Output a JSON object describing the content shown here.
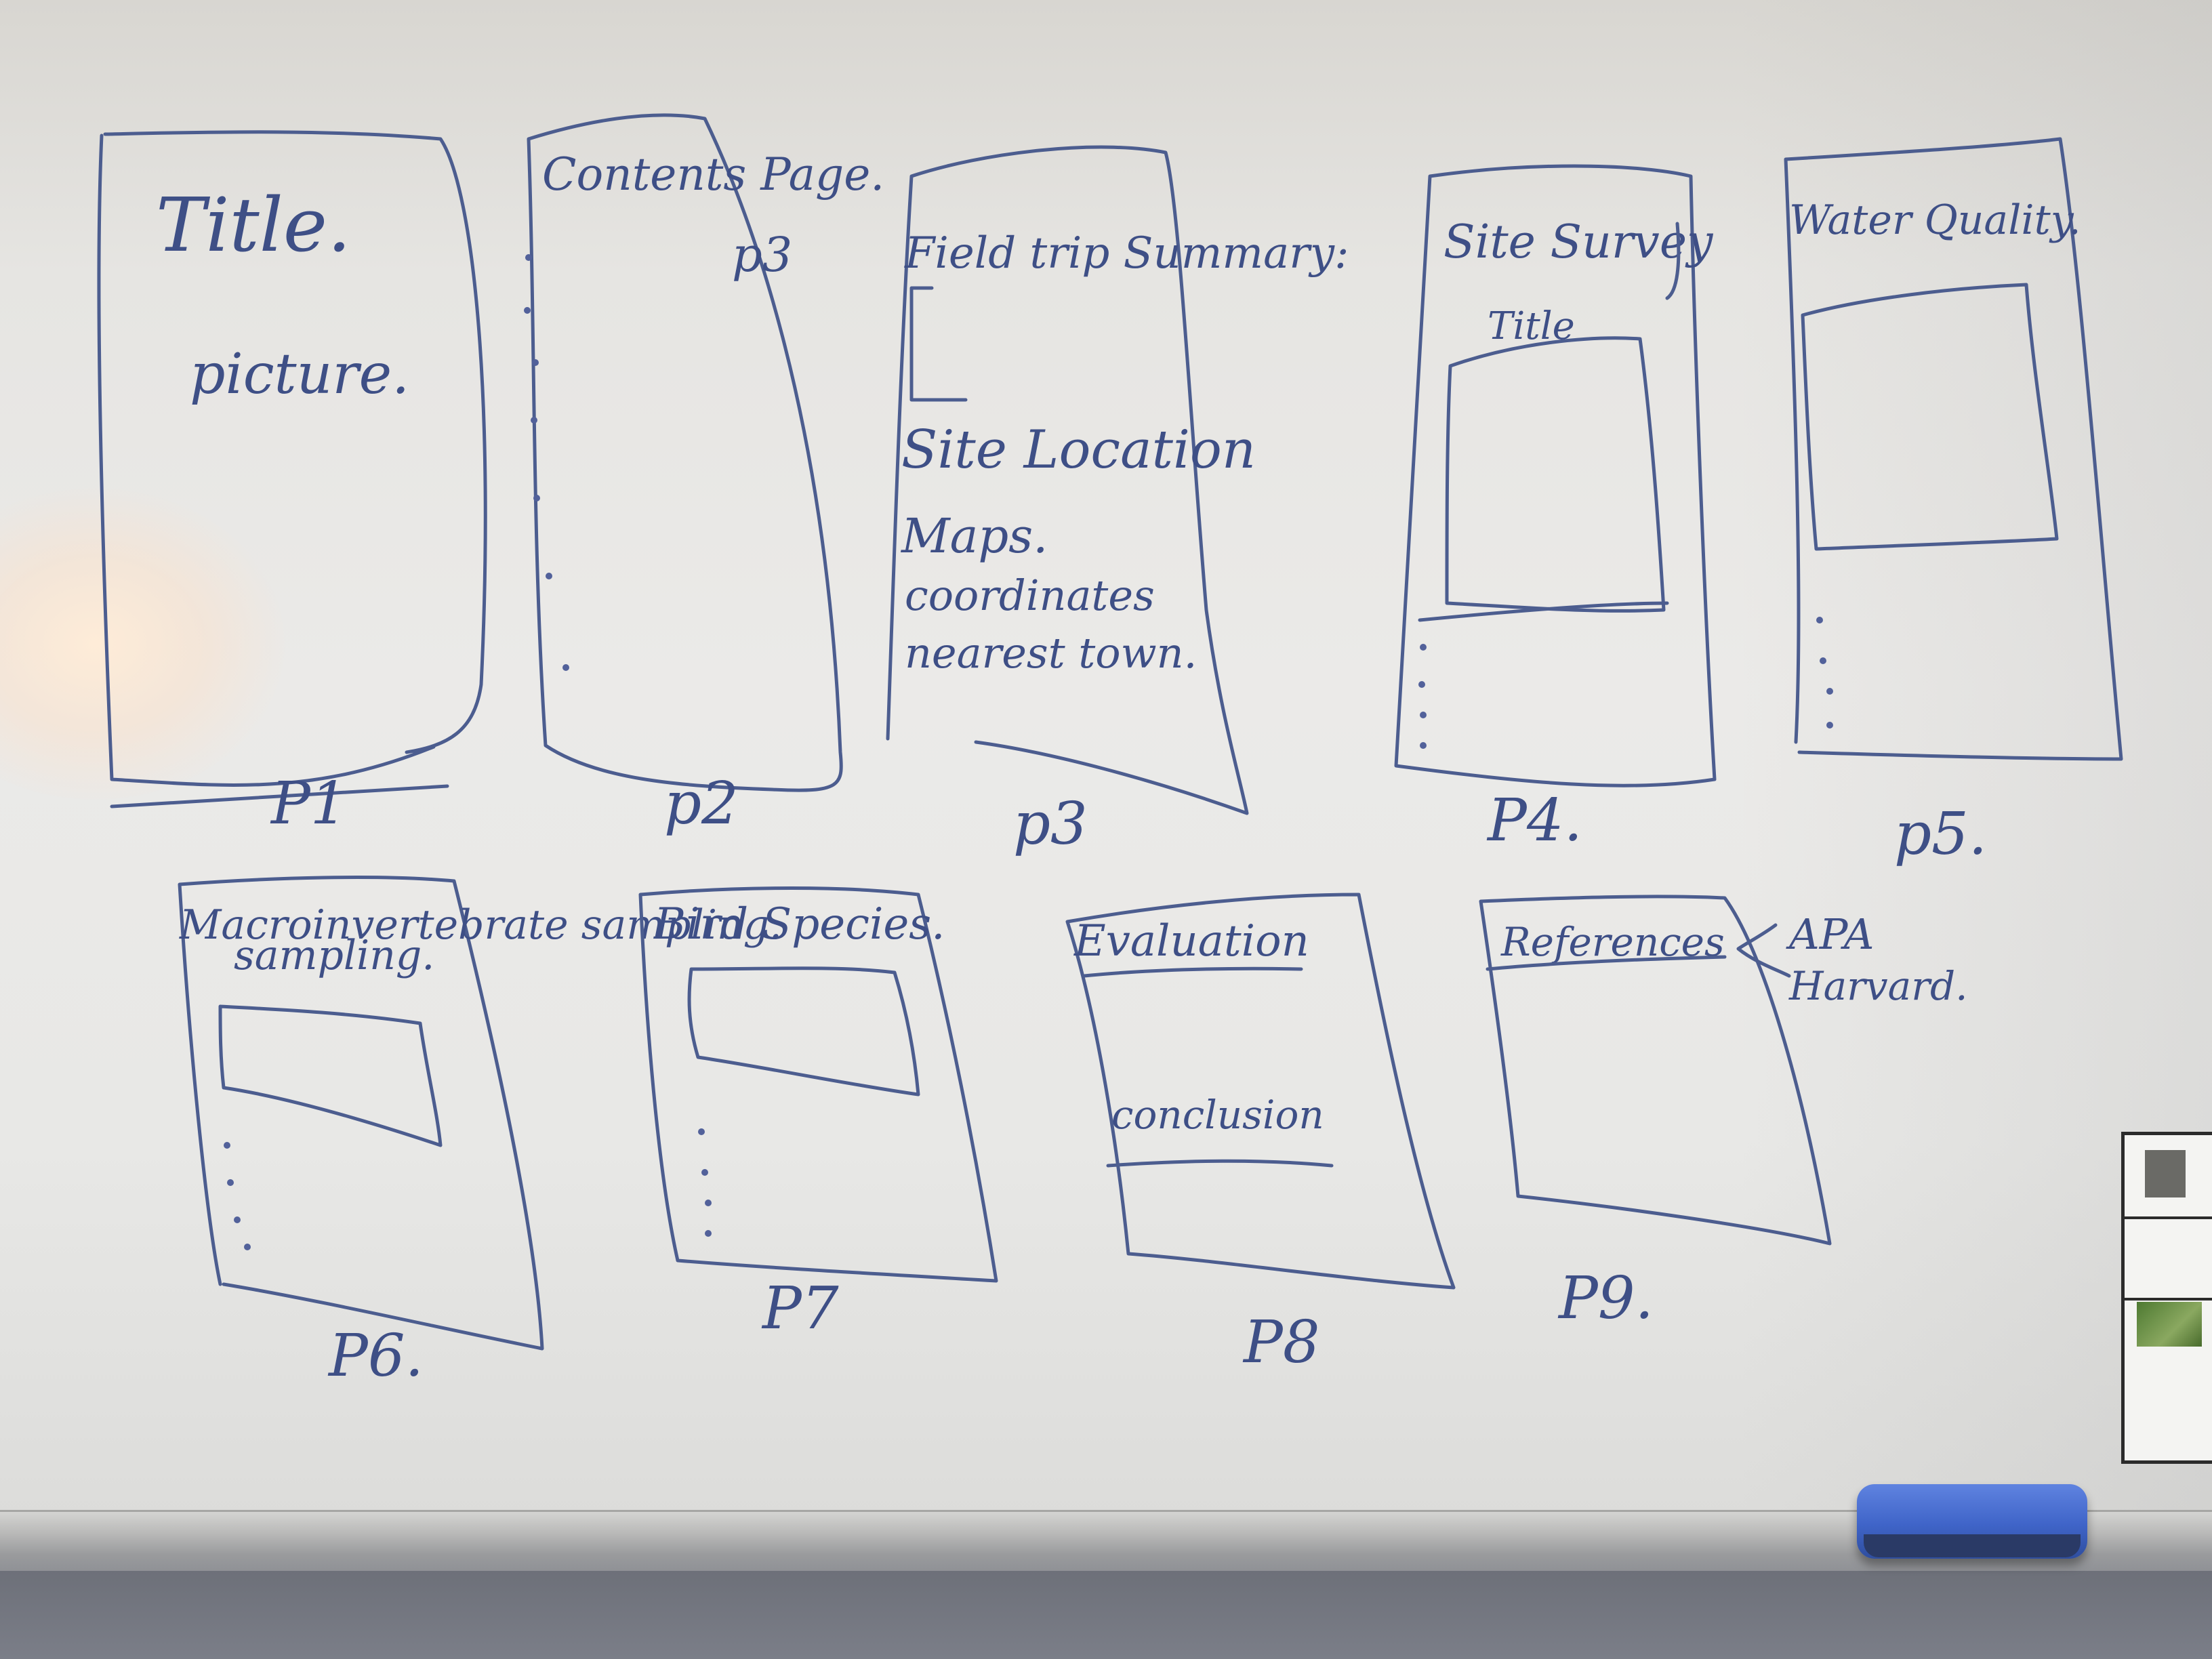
{
  "whiteboard": {
    "pages": [
      {
        "heading": "Title.",
        "items": [
          "picture."
        ],
        "page_label": "P1"
      },
      {
        "heading": "Contents Page.",
        "items": [
          "p3"
        ],
        "page_label": "p2"
      },
      {
        "heading": "Field trip Summary:",
        "items": [
          "Site Location",
          "Maps.",
          "coordinates",
          "nearest town."
        ],
        "page_label": "p3"
      },
      {
        "heading": "Site Survey",
        "items": [
          "Title"
        ],
        "page_label": "P4."
      },
      {
        "heading": "Water Quality.",
        "items": [],
        "page_label": "p5."
      },
      {
        "heading": "Macroinvertebrate sampling.",
        "items": [],
        "page_label": "P6."
      },
      {
        "heading": "Bird Species.",
        "items": [],
        "page_label": "P7"
      },
      {
        "heading": "Evaluation",
        "items": [
          "conclusion"
        ],
        "page_label": "P8"
      },
      {
        "heading": "References",
        "items": [
          "APA",
          "Harvard."
        ],
        "page_label": "P9."
      }
    ]
  },
  "colors": {
    "marker_ink": "#4c5d8f",
    "board": "#ebeae8",
    "eraser": "#4a6fd0",
    "tray": "#b0b0ae"
  }
}
